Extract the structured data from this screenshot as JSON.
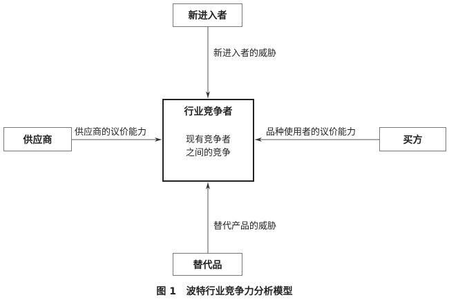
{
  "nodes": {
    "new_entrants": "新进入者",
    "suppliers": "供应商",
    "buyers": "买方",
    "substitutes": "替代品",
    "industry_title": "行业竞争者",
    "industry_desc_line1": "现有竞争者",
    "industry_desc_line2": "之间的竞争"
  },
  "edges": {
    "top": "新进入者的威胁",
    "left": "供应商的议价能力",
    "right": "品种使用者的议价能力",
    "bottom": "替代产品的威胁"
  },
  "caption": {
    "number": "图 1",
    "title": "波特行业竞争力分析模型"
  }
}
